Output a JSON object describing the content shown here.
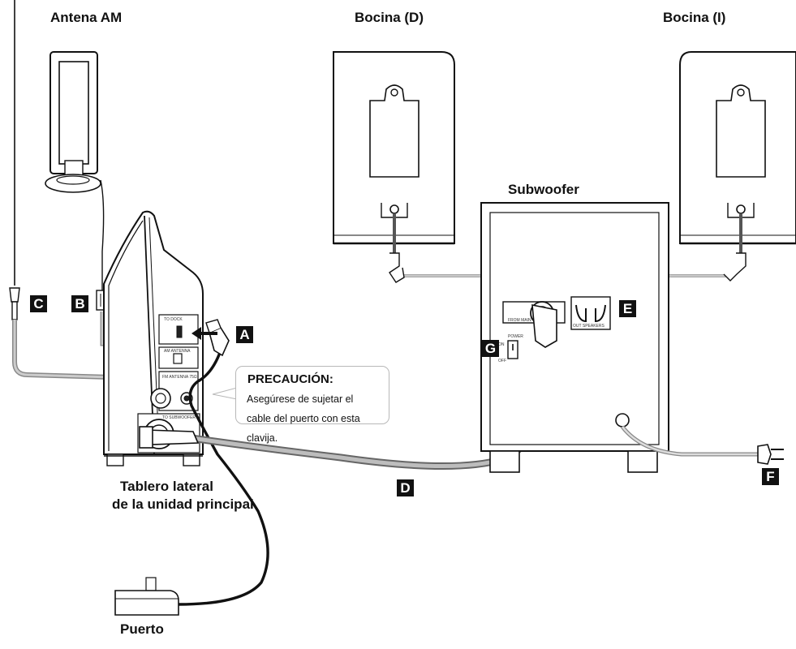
{
  "labels": {
    "am_antenna": "Antena AM",
    "speaker_right": "Bocina (D)",
    "speaker_left": "Bocina (I)",
    "subwoofer": "Subwoofer",
    "side_panel_line1": "Tablero lateral",
    "side_panel_line2": "de la unidad principal",
    "dock": "Puerto"
  },
  "badges": {
    "a": "A",
    "b": "B",
    "c": "C",
    "d": "D",
    "e": "E",
    "f": "F",
    "g": "G"
  },
  "caution": {
    "title": "PRECAUCIÓN:",
    "line1": "Asegúrese de sujetar el",
    "line2": "cable del puerto con esta clavija."
  },
  "panel_text": {
    "dock_jack": "TO DOCK",
    "am_antenna_jack": "AM ANTENNA",
    "fm_antenna_jack": "FM ANTENNA 75Ω",
    "subwoofer_jack": "TO SUBWOOFER",
    "from_main": "FROM MAIN",
    "power": "POWER",
    "on": "ON",
    "off": "OFF",
    "out_speakers": "OUT SPEAKERS"
  },
  "colors": {
    "line": "#111111",
    "cable_gray": "#9a9a9a",
    "speaker_face": "#ffffff"
  }
}
